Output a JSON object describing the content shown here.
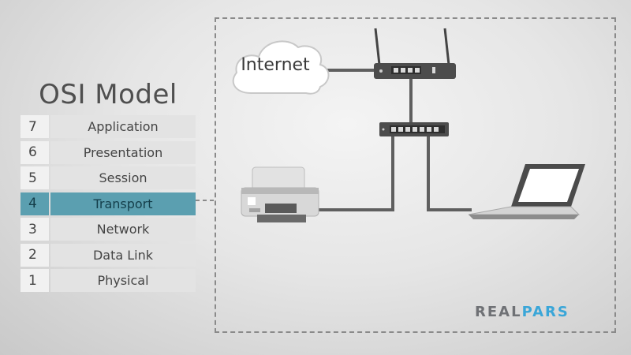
{
  "title": "OSI Model",
  "layers": [
    {
      "num": "7",
      "name": "Application"
    },
    {
      "num": "6",
      "name": "Presentation"
    },
    {
      "num": "5",
      "name": "Session"
    },
    {
      "num": "4",
      "name": "Transport"
    },
    {
      "num": "3",
      "name": "Network"
    },
    {
      "num": "2",
      "name": "Data Link"
    },
    {
      "num": "1",
      "name": "Physical"
    }
  ],
  "active_layer": "4",
  "diagram": {
    "internet_label": "Internet"
  },
  "brand": {
    "part1": "REAL",
    "part2": "PARS"
  },
  "colors": {
    "active_layer": "#5b9fb0",
    "cable": "#5f5f5f",
    "brand_accent": "#3aa6d8"
  }
}
